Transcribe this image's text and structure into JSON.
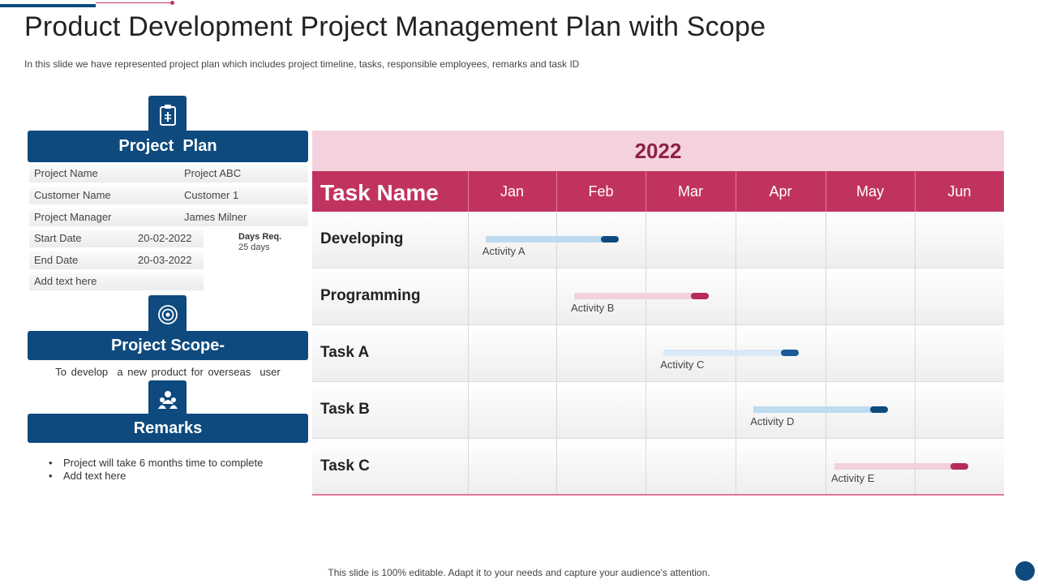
{
  "title": "Product Development Project Management Plan with Scope",
  "subtitle": "In this slide we have represented project plan which includes project timeline, tasks, responsible employees, remarks and task ID",
  "colors": {
    "navy": "#0e4a7e",
    "crimson": "#c1335f",
    "pink_light": "#f4d2dd",
    "year_text": "#8e2147"
  },
  "project_plan": {
    "heading": "Project  Plan",
    "icon": "clipboard-icon",
    "rows": [
      {
        "label": "Project Name",
        "value": "Project ABC"
      },
      {
        "label": "Customer Name",
        "value": "Customer 1"
      },
      {
        "label": "Project Manager",
        "value": "James Milner"
      },
      {
        "label": "Start Date",
        "value": "20-02-2022"
      },
      {
        "label": "End Date",
        "value": "20-03-2022"
      },
      {
        "label": "Add text here",
        "value": ""
      }
    ],
    "days_req_label": "Days Req.",
    "days_req_value": "25 days"
  },
  "project_scope": {
    "heading": "Project Scope-",
    "icon": "target-icon",
    "text": "To develop  a new product for overseas  user"
  },
  "remarks": {
    "heading": "Remarks",
    "icon": "people-icon",
    "items": [
      "Project will take 6 months time to complete",
      "Add text here"
    ]
  },
  "gantt": {
    "year": "2022",
    "task_name_header": "Task Name",
    "months": [
      "Jan",
      "Feb",
      "Mar",
      "Apr",
      "May",
      "Jun"
    ],
    "tasks": [
      {
        "name": "Developing",
        "activity": "Activity A",
        "color": "blue",
        "start": 0.2,
        "end": 1.7
      },
      {
        "name": "Programming",
        "activity": "Activity B",
        "color": "pink",
        "start": 1.2,
        "end": 2.7
      },
      {
        "name": "Task A",
        "activity": "Activity C",
        "color": "blue-light",
        "start": 2.2,
        "end": 3.7
      },
      {
        "name": "Task B",
        "activity": "Activity D",
        "color": "blue",
        "start": 3.2,
        "end": 4.7
      },
      {
        "name": "Task C",
        "activity": "Activity E",
        "color": "pink",
        "start": 4.1,
        "end": 5.6
      }
    ]
  },
  "footer": "This slide is 100% editable. Adapt it to your needs and capture your audience's attention."
}
